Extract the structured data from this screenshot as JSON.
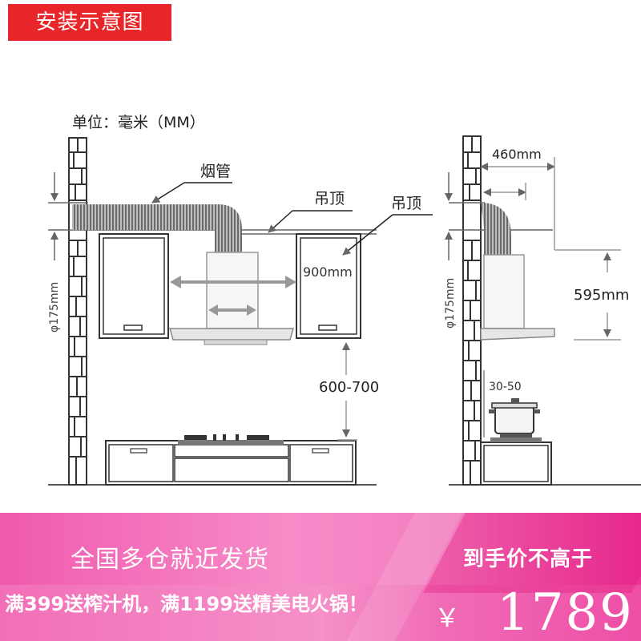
{
  "header": {
    "title": "安装示意图"
  },
  "diagram": {
    "unit_label": "单位：毫米（MM）",
    "labels": {
      "smoke_pipe": "烟管",
      "ceiling_left": "吊顶",
      "ceiling_right": "吊顶",
      "width": "900mm",
      "diameter_left": "φ175mm",
      "diameter_right": "φ175mm",
      "height_range": "600-700",
      "depth": "460mm",
      "hood_height": "595mm",
      "clearance": "30-50"
    }
  },
  "promo": {
    "line1": "全国多仓就近发货",
    "right_label": "到手价不高于",
    "line2": "满399送榨汁机，满1199送精美电火锅！",
    "currency": "￥",
    "price": "1789"
  },
  "colors": {
    "title_bg": "#e8262a",
    "promo_pink": "#f26fb8",
    "line_gray": "#555555",
    "brick": "#333333"
  }
}
